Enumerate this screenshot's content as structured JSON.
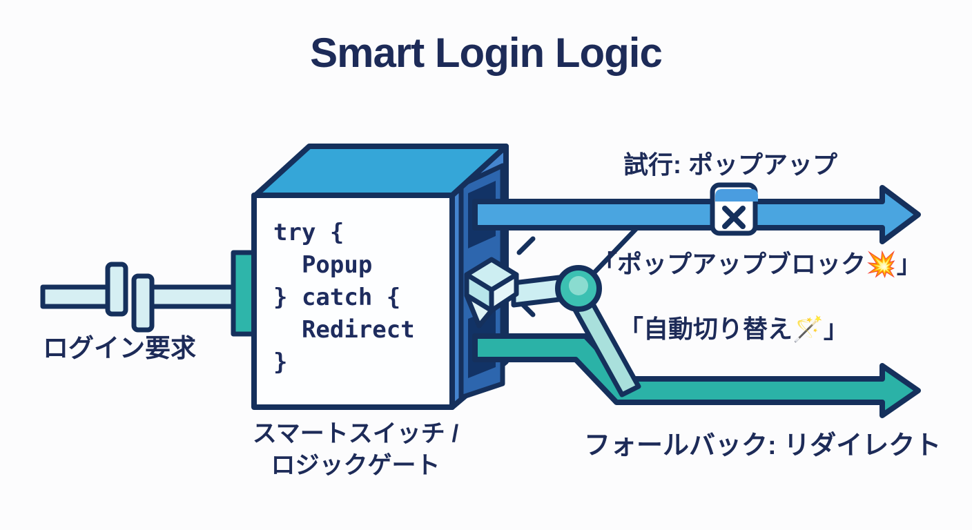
{
  "title": "Smart Login Logic",
  "input": {
    "label": "ログイン要求"
  },
  "gate": {
    "code": "try {\n  Popup\n} catch {\n  Redirect\n}",
    "label": "スマートスイッチ /\nロジックゲート"
  },
  "popup_branch": {
    "label": "試行: ポップアップ",
    "note": "「ポップアップブロック💥」"
  },
  "redirect_branch": {
    "note": "「自動切り替え🪄」",
    "label": "フォールバック: リダイレクト"
  },
  "colors": {
    "navy_outline": "#15305c",
    "text_navy": "#1d2b58",
    "popup_arrow_blue": "#4aa5e0",
    "redirect_arrow_teal": "#2bb2a7",
    "box_top_blue": "#35a6d8",
    "box_side_blue": "#4585cf",
    "box_front_white": "#fdfeff",
    "panel_blue": "#2d66ae",
    "port_dark": "#123366",
    "wire_cyan": "#d6eff3",
    "connector_teal": "#2eb5aa",
    "ball_teal": "#3cc0b2",
    "ball_highlight": "#8adcd0",
    "arm_light_teal": "#a9e0dc",
    "knob_cyan": "#cdeef2",
    "icon_titlebar_blue": "#4a9de0"
  }
}
